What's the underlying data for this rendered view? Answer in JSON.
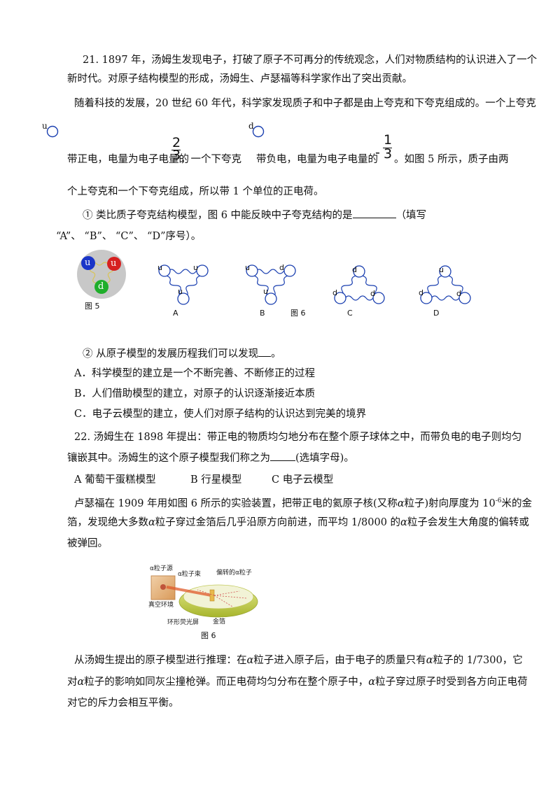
{
  "q21": {
    "line1": "21. 1897 年，汤姆生发现电子，打破了原子不可再分的传统观念，人们对物质结构的认识进入了一个",
    "line2": "新时代。对原子结构模型的形成，汤姆生、卢瑟福等科学家作出了突出贡献。",
    "line3": "随着科技的发展，20 世纪 60 年代，科学家发现质子和中子都是由上夸克和下夸克组成的。一个上夸克",
    "up_symbol": "u",
    "down_symbol": "d",
    "line4_a": "带正电，电量为电子电量的",
    "frac1_num": "2",
    "frac1_den": "3",
    "line4_b": "，一个下夸克",
    "line4_c": "带负电，电量为电子电量的",
    "frac2_sign": "-",
    "frac2_num": "1",
    "frac2_den": "3",
    "line4_d": "。如图 5 所示，质子由两",
    "line5": "个上夸克和一个下夸克组成，所以带 1 个单位的正电荷。",
    "sub1_a": "① 类比质子夸克结构模型，图 6 中能反映中子夸克结构的是",
    "sub1_b": "（填写",
    "sub1_line2": "“A”、 “B”、 “C”、 “D”序号）。",
    "fig5": {
      "label": "图 5",
      "q_top_left": "u",
      "q_top_right": "u",
      "q_bottom": "d"
    },
    "fig6": {
      "label": "图 6",
      "options": [
        {
          "letter": "A",
          "top_left": "u",
          "top_right": "u",
          "bottom": "u"
        },
        {
          "letter": "B",
          "top_left": "u",
          "top_right": "d",
          "bottom": "u"
        },
        {
          "letter": "C",
          "top": "d",
          "left": "d",
          "right": "d"
        },
        {
          "letter": "D",
          "top": "u",
          "left": "d",
          "right": "d"
        }
      ]
    },
    "sub2": "② 从原子模型的发展历程我们可以发现",
    "sub2_end": "。",
    "optA": "A．科学模型的建立是一个不断完善、不断修正的过程",
    "optB": "B．人们借助模型的建立，对原子的认识逐渐接近本质",
    "optC": "C．电子云模型的建立，使人们对原子结构的认识达到完美的境界"
  },
  "q22": {
    "line1": "22. 汤姆生在 1898 年提出：带正电的物质均匀地分布在整个原子球体之中，而带负电的电子则均匀",
    "line2_a": "镶嵌其中。汤姆生的这个原子模型我们称之为",
    "line2_b": "(选填字母)。",
    "choiceA": "A 葡萄干蛋糕模型",
    "choiceB": "B 行星模型",
    "choiceC": "C 电子云模型",
    "line3_a": "卢瑟福在 1909 年用如图 6 所示的实验装置，把带正电的氦原子核(又称",
    "alpha": "α",
    "line3_b": "粒子)射向厚度为 10",
    "exp": "-6",
    "line3_c": "米的金",
    "line4_a": "箔，发现绝大多数",
    "line4_b": "粒子穿过金箔后几乎沿原方向前进，而平均 1/8000 的",
    "line4_c": "粒子会发生大角度的偏转或",
    "line5": "被弹回。",
    "photo": {
      "label_source": "α粒子源",
      "label_beam": "α粒子束",
      "label_deflected": "偏转的α粒子",
      "label_vacuum": "真空环境",
      "label_screen": "环形荧光屏",
      "label_foil": "金箔",
      "caption": "图 6"
    },
    "para_line1_a": "从汤姆生提出的原子模型进行推理：在",
    "para_line1_b": "粒子进入原子后，由于电子的质量只有",
    "para_line1_c": "粒子的 1/7300，它",
    "para_line2_a": "对",
    "para_line2_b": "粒子的影响如同灰尘撞枪弹。而正电荷均匀分布在整个原子中，",
    "para_line2_c": "粒子穿过原子时受到各方向正电荷",
    "para_line3": "对它的斥力会相互平衡。"
  },
  "colors": {
    "quark_stroke": "#1a3fb0",
    "fig5_bg": "#c8c8c8",
    "quark_red": "#d62020",
    "quark_blue": "#1a35c8",
    "quark_green": "#1fae2a",
    "ring_yellow": "#c9d44a"
  }
}
